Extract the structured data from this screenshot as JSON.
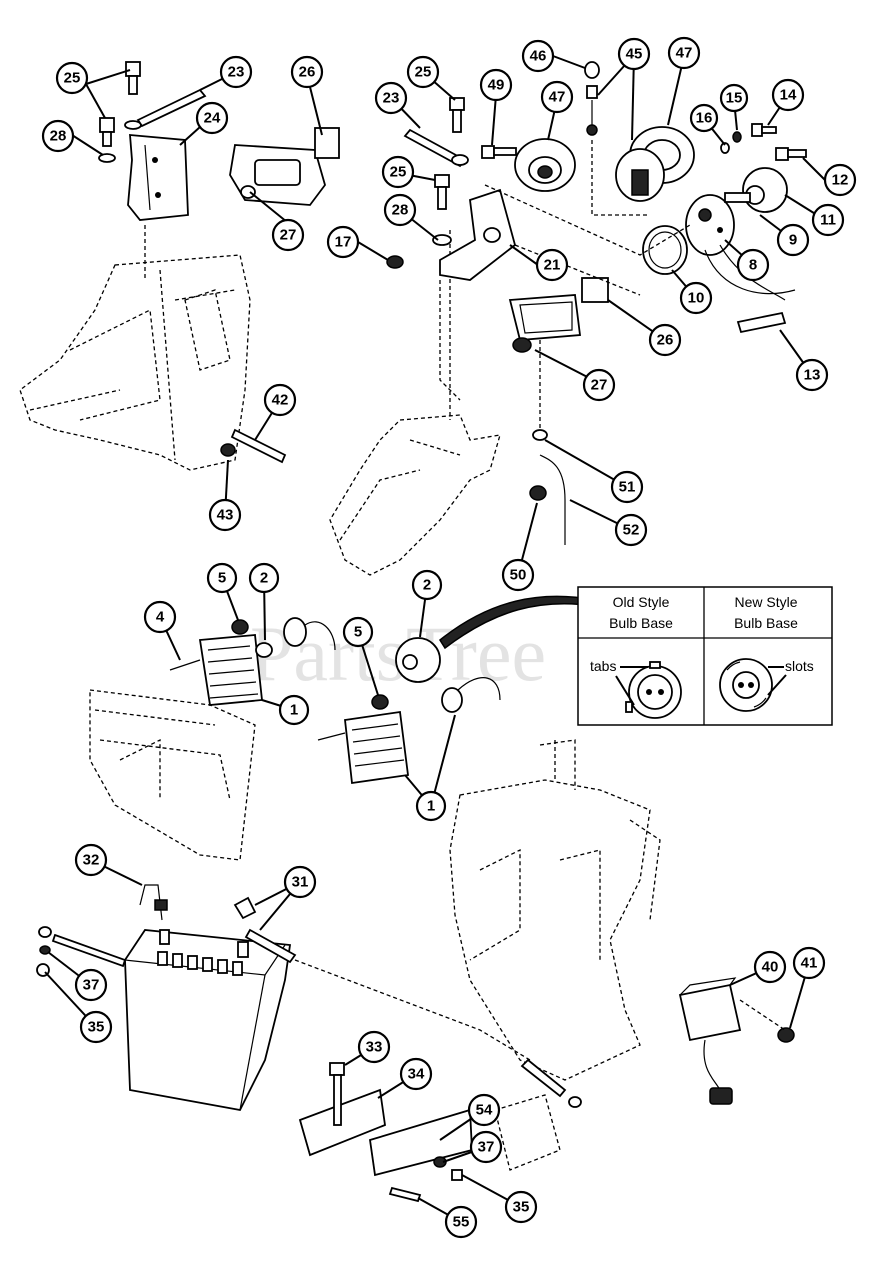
{
  "watermark": "PartsTree",
  "inset": {
    "old_style_title_line1": "Old Style",
    "old_style_title_line2": "Bulb Base",
    "new_style_title_line1": "New Style",
    "new_style_title_line2": "Bulb Base",
    "tabs_label": "tabs",
    "slots_label": "slots"
  },
  "callouts": {
    "c1a": "1",
    "c1b": "1",
    "c2a": "2",
    "c2b": "2",
    "c4": "4",
    "c5a": "5",
    "c5b": "5",
    "c8": "8",
    "c9": "9",
    "c10": "10",
    "c11": "11",
    "c12": "12",
    "c13": "13",
    "c14": "14",
    "c15": "15",
    "c16": "16",
    "c17": "17",
    "c21": "21",
    "c23a": "23",
    "c23b": "23",
    "c24": "24",
    "c25a": "25",
    "c25b": "25",
    "c25c": "25",
    "c26a": "26",
    "c26b": "26",
    "c27a": "27",
    "c27b": "27",
    "c28a": "28",
    "c28b": "28",
    "c31": "31",
    "c32": "32",
    "c33": "33",
    "c34": "34",
    "c35a": "35",
    "c35b": "35",
    "c37a": "37",
    "c37b": "37",
    "c40": "40",
    "c41": "41",
    "c42": "42",
    "c43": "43",
    "c45": "45",
    "c46": "46",
    "c47a": "47",
    "c47b": "47",
    "c49": "49",
    "c50": "50",
    "c51": "51",
    "c52": "52",
    "c54": "54",
    "c55": "55"
  }
}
